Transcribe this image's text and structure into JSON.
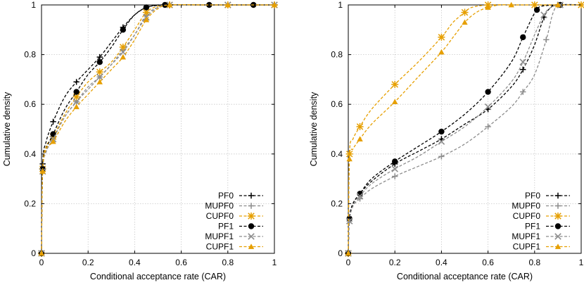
{
  "chart_data": [
    {
      "type": "line",
      "panel": "left",
      "xlabel": "Conditional acceptance rate (CAR)",
      "ylabel": "Cumulative density",
      "xlim": [
        0,
        1
      ],
      "ylim": [
        0,
        1
      ],
      "xticks": [
        "0",
        "0.2",
        "0.4",
        "0.6",
        "0.8",
        "1"
      ],
      "yticks": [
        "0",
        "0.2",
        "0.4",
        "0.6",
        "0.8",
        "1"
      ],
      "grid": true,
      "legend_position": "bottom-right",
      "series": [
        {
          "name": "PF0",
          "color": "#000000",
          "marker": "plus",
          "x": [
            0,
            0.005,
            0.02,
            0.05,
            0.1,
            0.15,
            0.2,
            0.25,
            0.3,
            0.35,
            0.4,
            0.45,
            0.5,
            0.55,
            0.7,
            0.8,
            0.9,
            1.0
          ],
          "y": [
            0,
            0.36,
            0.45,
            0.53,
            0.63,
            0.69,
            0.74,
            0.79,
            0.85,
            0.91,
            0.96,
            0.99,
            1.0,
            1.0,
            1.0,
            1.0,
            1.0,
            1.0
          ]
        },
        {
          "name": "MUPF0",
          "color": "#8c8c8c",
          "marker": "plus",
          "x": [
            0,
            0.005,
            0.02,
            0.05,
            0.1,
            0.15,
            0.2,
            0.25,
            0.3,
            0.35,
            0.4,
            0.45,
            0.5,
            0.55,
            0.7,
            0.8,
            0.9,
            1.0
          ],
          "y": [
            0,
            0.33,
            0.41,
            0.46,
            0.55,
            0.61,
            0.67,
            0.71,
            0.76,
            0.82,
            0.88,
            0.96,
            0.99,
            1.0,
            1.0,
            1.0,
            1.0,
            1.0
          ]
        },
        {
          "name": "CUPF0",
          "color": "#e69f00",
          "marker": "star",
          "x": [
            0,
            0.005,
            0.02,
            0.05,
            0.1,
            0.15,
            0.2,
            0.25,
            0.3,
            0.35,
            0.4,
            0.45,
            0.5,
            0.55,
            0.7,
            0.8,
            0.9,
            1.0
          ],
          "y": [
            0,
            0.34,
            0.43,
            0.47,
            0.56,
            0.63,
            0.69,
            0.73,
            0.77,
            0.83,
            0.9,
            0.97,
            0.995,
            1.0,
            1.0,
            1.0,
            1.0,
            1.0
          ]
        },
        {
          "name": "PF1",
          "color": "#000000",
          "marker": "circle",
          "x": [
            0,
            0.005,
            0.02,
            0.05,
            0.1,
            0.15,
            0.2,
            0.25,
            0.3,
            0.35,
            0.4,
            0.45,
            0.5,
            0.53,
            0.62,
            0.72,
            0.81,
            0.91,
            1.0
          ],
          "y": [
            0,
            0.34,
            0.42,
            0.48,
            0.58,
            0.65,
            0.72,
            0.77,
            0.83,
            0.9,
            0.96,
            0.99,
            0.998,
            1.0,
            1.0,
            1.0,
            1.0,
            1.0,
            1.0
          ]
        },
        {
          "name": "MUPF1",
          "color": "#8c8c8c",
          "marker": "x",
          "x": [
            0,
            0.005,
            0.02,
            0.05,
            0.1,
            0.15,
            0.2,
            0.25,
            0.3,
            0.35,
            0.4,
            0.45,
            0.5,
            0.55,
            0.7,
            0.8,
            0.9,
            1.0
          ],
          "y": [
            0,
            0.33,
            0.41,
            0.46,
            0.55,
            0.61,
            0.66,
            0.71,
            0.76,
            0.81,
            0.88,
            0.95,
            0.99,
            1.0,
            1.0,
            1.0,
            1.0,
            1.0
          ]
        },
        {
          "name": "CUPF1",
          "color": "#e69f00",
          "marker": "triangle",
          "x": [
            0,
            0.005,
            0.02,
            0.05,
            0.1,
            0.15,
            0.2,
            0.25,
            0.3,
            0.35,
            0.4,
            0.45,
            0.5,
            0.55,
            0.7,
            0.8,
            0.9,
            1.0
          ],
          "y": [
            0,
            0.33,
            0.42,
            0.45,
            0.53,
            0.59,
            0.64,
            0.69,
            0.74,
            0.79,
            0.86,
            0.94,
            0.985,
            1.0,
            1.0,
            1.0,
            1.0,
            1.0
          ]
        }
      ]
    },
    {
      "type": "line",
      "panel": "right",
      "xlabel": "Conditional acceptance rate (CAR)",
      "ylabel": "Cumulative density",
      "xlim": [
        0,
        1
      ],
      "ylim": [
        0,
        1
      ],
      "xticks": [
        "0",
        "0.2",
        "0.4",
        "0.6",
        "0.8",
        "1"
      ],
      "yticks": [
        "0",
        "0.2",
        "0.4",
        "0.6",
        "0.8",
        "1"
      ],
      "grid": true,
      "legend_position": "bottom-right",
      "series": [
        {
          "name": "PF0",
          "color": "#000000",
          "marker": "plus",
          "x": [
            0,
            0.005,
            0.02,
            0.05,
            0.1,
            0.2,
            0.3,
            0.4,
            0.5,
            0.6,
            0.7,
            0.75,
            0.8,
            0.84,
            0.87,
            0.9,
            1.0
          ],
          "y": [
            0,
            0.14,
            0.2,
            0.24,
            0.29,
            0.36,
            0.41,
            0.46,
            0.52,
            0.58,
            0.67,
            0.74,
            0.84,
            0.95,
            0.99,
            1.0,
            1.0
          ]
        },
        {
          "name": "MUPF0",
          "color": "#8c8c8c",
          "marker": "plus",
          "x": [
            0,
            0.005,
            0.02,
            0.05,
            0.1,
            0.2,
            0.3,
            0.4,
            0.5,
            0.6,
            0.7,
            0.75,
            0.8,
            0.85,
            0.88,
            0.91,
            1.0
          ],
          "y": [
            0,
            0.13,
            0.19,
            0.22,
            0.26,
            0.31,
            0.35,
            0.39,
            0.44,
            0.51,
            0.59,
            0.65,
            0.72,
            0.86,
            0.97,
            1.0,
            1.0
          ]
        },
        {
          "name": "CUPF0",
          "color": "#e69f00",
          "marker": "star",
          "x": [
            0,
            0.005,
            0.02,
            0.05,
            0.1,
            0.2,
            0.3,
            0.4,
            0.45,
            0.5,
            0.53,
            0.6,
            0.7,
            0.8,
            0.9,
            1.0
          ],
          "y": [
            0,
            0.4,
            0.46,
            0.51,
            0.58,
            0.68,
            0.77,
            0.87,
            0.93,
            0.97,
            0.99,
            1.0,
            1.0,
            1.0,
            1.0,
            1.0
          ]
        },
        {
          "name": "PF1",
          "color": "#000000",
          "marker": "circle",
          "x": [
            0,
            0.005,
            0.02,
            0.05,
            0.1,
            0.2,
            0.3,
            0.4,
            0.5,
            0.6,
            0.7,
            0.75,
            0.79,
            0.81,
            0.83,
            0.91,
            1.0
          ],
          "y": [
            0,
            0.14,
            0.2,
            0.24,
            0.3,
            0.37,
            0.43,
            0.49,
            0.56,
            0.65,
            0.77,
            0.87,
            0.95,
            0.98,
            0.995,
            1.0,
            1.0
          ]
        },
        {
          "name": "MUPF1",
          "color": "#8c8c8c",
          "marker": "x",
          "x": [
            0,
            0.005,
            0.02,
            0.05,
            0.1,
            0.2,
            0.3,
            0.4,
            0.5,
            0.6,
            0.7,
            0.75,
            0.8,
            0.84,
            0.87,
            0.91,
            1.0
          ],
          "y": [
            0,
            0.13,
            0.19,
            0.23,
            0.28,
            0.34,
            0.39,
            0.45,
            0.51,
            0.59,
            0.69,
            0.77,
            0.88,
            0.96,
            0.99,
            1.0,
            1.0
          ]
        },
        {
          "name": "CUPF1",
          "color": "#e69f00",
          "marker": "triangle",
          "x": [
            0,
            0.005,
            0.02,
            0.05,
            0.1,
            0.2,
            0.3,
            0.4,
            0.45,
            0.5,
            0.55,
            0.6,
            0.65,
            0.7,
            0.8,
            0.9,
            1.0
          ],
          "y": [
            0,
            0.38,
            0.42,
            0.46,
            0.52,
            0.61,
            0.71,
            0.81,
            0.87,
            0.93,
            0.97,
            0.99,
            1.0,
            1.0,
            1.0,
            1.0,
            1.0
          ]
        }
      ]
    }
  ]
}
